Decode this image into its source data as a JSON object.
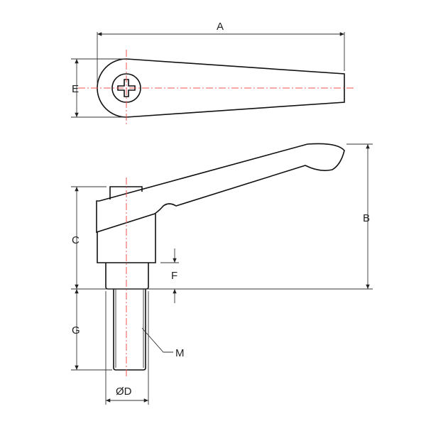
{
  "labels": {
    "A": "A",
    "B": "B",
    "C": "C",
    "D": "ØD",
    "E": "E",
    "F": "F",
    "G": "G",
    "M": "M"
  },
  "colors": {
    "outline": "#111111",
    "centerline": "#e55555"
  }
}
